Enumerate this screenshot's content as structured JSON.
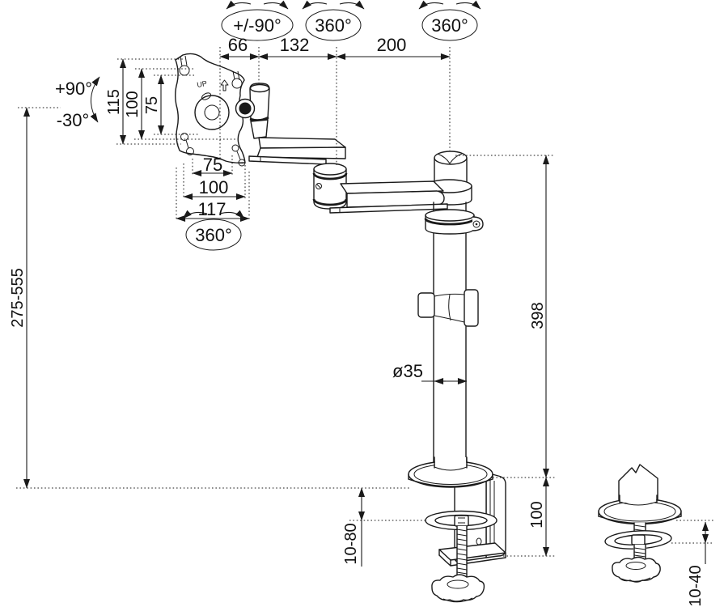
{
  "drawing": {
    "type": "technical-dimension-drawing",
    "subject": "monitor-desk-mount-arm",
    "colors": {
      "line": "#1a1a1a",
      "background": "#ffffff"
    },
    "rotation_labels": {
      "head_swivel": "+/-90°",
      "elbow_swivel": "360°",
      "pole_swivel": "360°",
      "vesa_plate_rotation": "360°"
    },
    "tilt_labels": {
      "up": "+90°",
      "down": "-30°"
    },
    "plate_marking": "UP",
    "dimensions": {
      "head_offset": "66",
      "elbow_offset": "132",
      "pole_offset": "200",
      "plate_height": "115",
      "plate_hole_height_100": "100",
      "plate_hole_height_75": "75",
      "plate_hole_width_75": "75",
      "plate_hole_width_100": "100",
      "plate_width": "117",
      "height_range": "275-555",
      "pole_height": "398",
      "pole_diameter": "ø35",
      "clamp_bracket_height": "100",
      "clamp_thickness_range": "10-80",
      "grommet_thickness_range": "10-40"
    }
  }
}
